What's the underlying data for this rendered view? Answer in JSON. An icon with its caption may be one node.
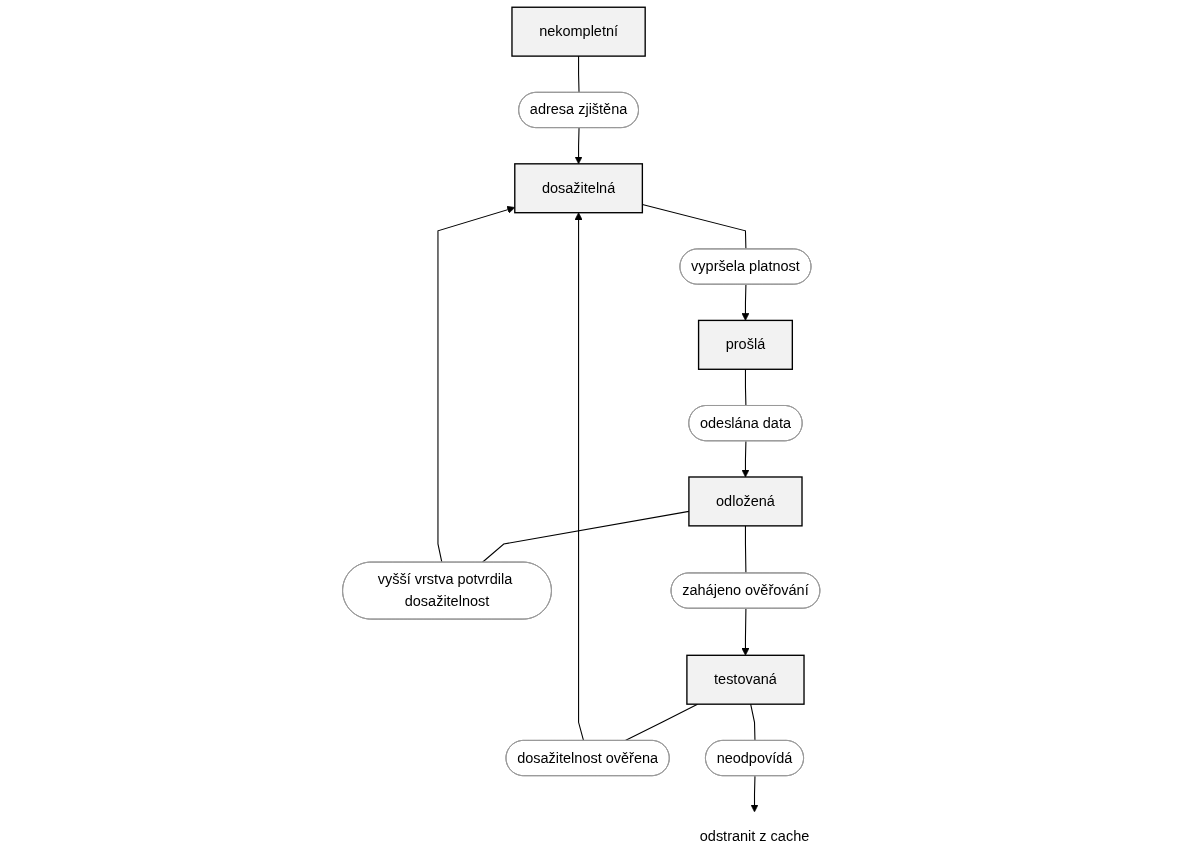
{
  "diagram": {
    "nodes": [
      {
        "text": [
          "nekompletní"
        ]
      },
      {
        "text": [
          "adresa zjištěna"
        ]
      },
      {
        "text": [
          "dosažitelná"
        ]
      },
      {
        "text": [
          "vypršela platnost"
        ]
      },
      {
        "text": [
          "dosažitelnost ověřena"
        ]
      },
      {
        "text": [
          "prošlá"
        ]
      },
      {
        "text": [
          "vyšší vrstva potvrdila dosažitelnost"
        ]
      },
      {
        "text": [
          "testovaná"
        ]
      },
      {
        "text": [
          "odeslána data"
        ]
      },
      {
        "text": [
          "zahájeno ověřování"
        ]
      },
      {
        "text": [
          "neodpovídá"
        ]
      },
      {
        "text": [
          "odložená"
        ]
      },
      {
        "text": [
          "odstranit z cache"
        ]
      }
    ],
    "edges": [
      {
        "from": 0,
        "to": 1,
        "arrow": "none"
      },
      {
        "from": 1,
        "to": 2,
        "arrow": "to"
      },
      {
        "from": 2,
        "to": 3,
        "arrow": "none"
      },
      {
        "from": 3,
        "to": 5,
        "arrow": "to"
      },
      {
        "from": 7,
        "to": 4,
        "arrow": "none"
      },
      {
        "from": 4,
        "to": 2,
        "arrow": "to"
      },
      {
        "from": 5,
        "to": 8,
        "arrow": "none"
      },
      {
        "from": 8,
        "to": 11,
        "arrow": "to"
      },
      {
        "from": 11,
        "to": 6,
        "arrow": "none"
      },
      {
        "from": 6,
        "to": 2,
        "arrow": "to"
      },
      {
        "from": 11,
        "to": 9,
        "arrow": "none"
      },
      {
        "from": 9,
        "to": 7,
        "arrow": "to"
      },
      {
        "from": 7,
        "to": 10,
        "arrow": "none"
      },
      {
        "from": 10,
        "to": 12,
        "arrow": "to"
      }
    ]
  }
}
